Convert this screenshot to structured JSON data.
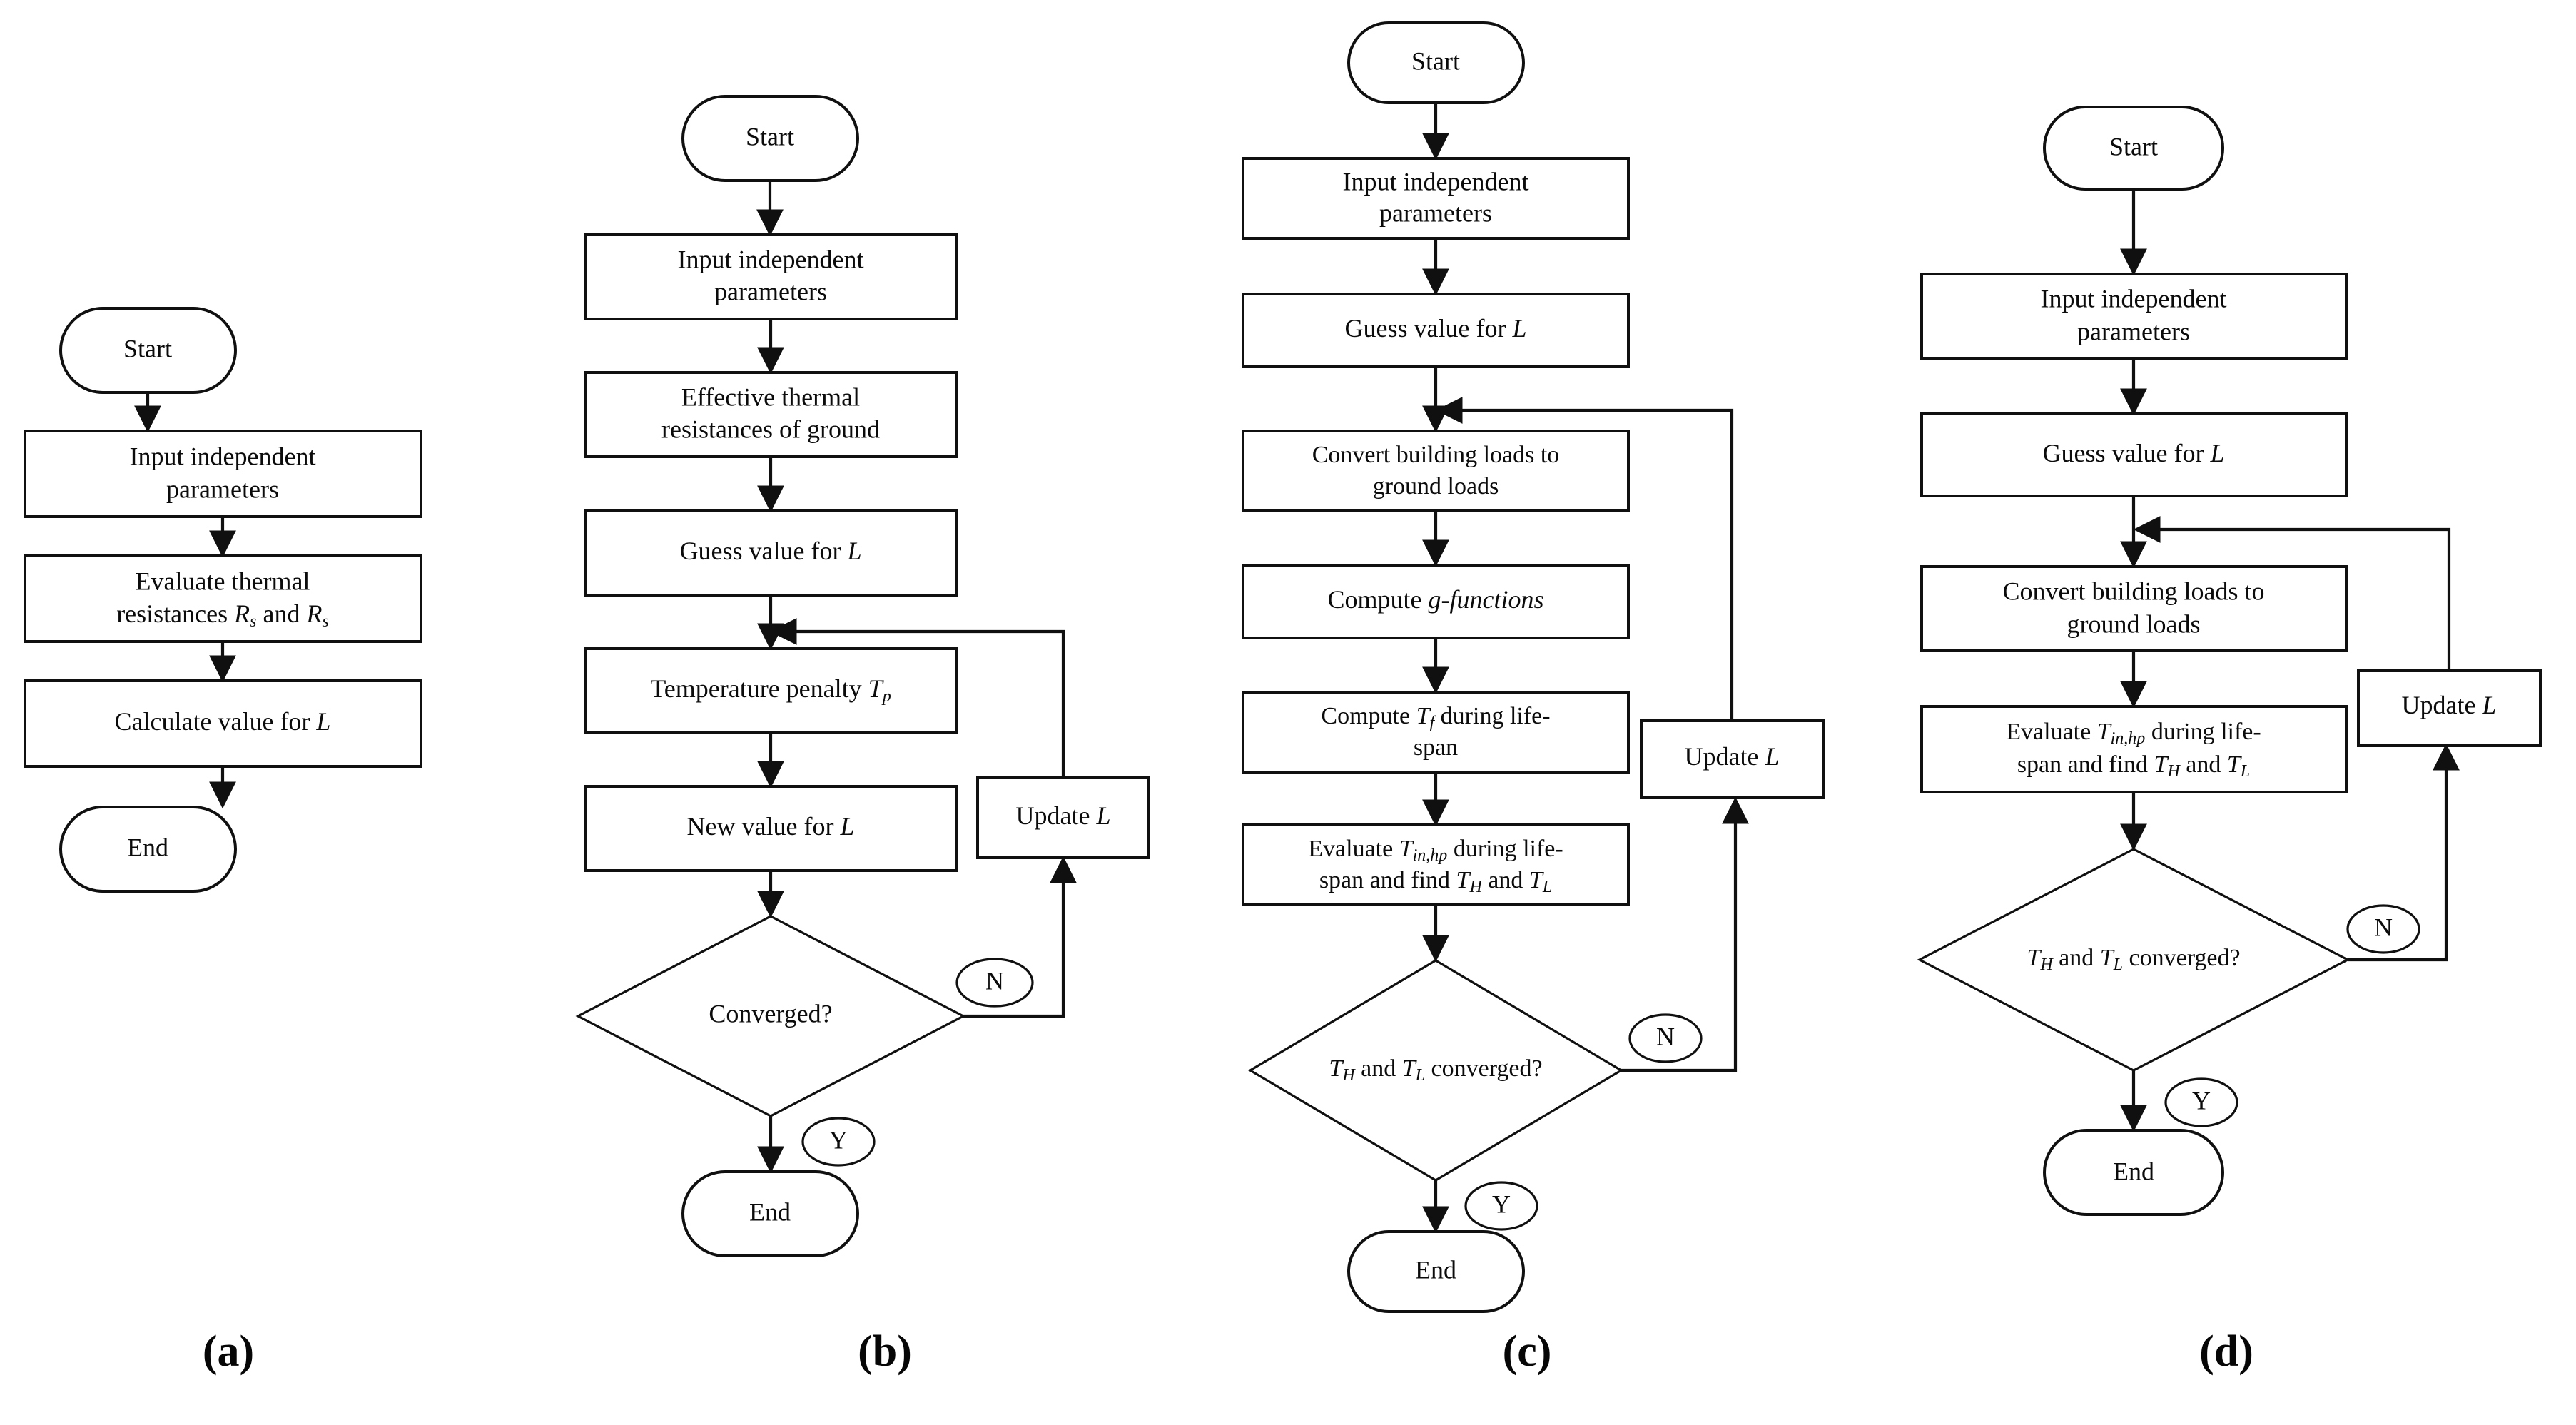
{
  "figure": {
    "type": "flowchart-set",
    "panel_count": 4,
    "background_color": "#ffffff",
    "stroke_color": "#101010",
    "fill_color": "#ffffff"
  },
  "panels": [
    {
      "id": "a",
      "label": "(a)",
      "nodes": [
        {
          "id": "a-start",
          "kind": "terminator",
          "text": "Start"
        },
        {
          "id": "a-input",
          "kind": "process",
          "text": "Input independent parameters"
        },
        {
          "id": "a-eval",
          "kind": "process",
          "text": "Evaluate thermal resistances R_s and R_s",
          "rich": [
            {
              "t": "Evaluate thermal",
              "line": 1
            },
            {
              "t": "resistances ",
              "line": 2
            },
            {
              "t": "R",
              "line": 2,
              "style": "italic"
            },
            {
              "t": "s",
              "line": 2,
              "style": "sub"
            },
            {
              "t": " and ",
              "line": 2
            },
            {
              "t": "R",
              "line": 2,
              "style": "italic"
            },
            {
              "t": "s",
              "line": 2,
              "style": "sub"
            }
          ]
        },
        {
          "id": "a-calc",
          "kind": "process",
          "text": "Calculate value for L"
        },
        {
          "id": "a-end",
          "kind": "terminator",
          "text": "End"
        }
      ],
      "edges": [
        {
          "from": "a-start",
          "to": "a-input",
          "kind": "straight"
        },
        {
          "from": "a-input",
          "to": "a-eval",
          "kind": "straight"
        },
        {
          "from": "a-eval",
          "to": "a-calc",
          "kind": "straight"
        },
        {
          "from": "a-calc",
          "to": "a-end",
          "kind": "straight"
        }
      ]
    },
    {
      "id": "b",
      "label": "(b)",
      "nodes": [
        {
          "id": "b-start",
          "kind": "terminator",
          "text": "Start"
        },
        {
          "id": "b-input",
          "kind": "process",
          "text": "Input independent parameters"
        },
        {
          "id": "b-eff",
          "kind": "process",
          "text": "Effective thermal resistances of ground"
        },
        {
          "id": "b-guess",
          "kind": "process",
          "text": "Guess value for L"
        },
        {
          "id": "b-temp",
          "kind": "process",
          "text": "Temperature penalty T_p"
        },
        {
          "id": "b-new",
          "kind": "process",
          "text": "New value for L"
        },
        {
          "id": "b-dec",
          "kind": "decision",
          "text": "Converged?"
        },
        {
          "id": "b-update",
          "kind": "process",
          "text": "Update L"
        },
        {
          "id": "b-end",
          "kind": "terminator",
          "text": "End"
        }
      ],
      "branch_labels": {
        "no": "N",
        "yes": "Y"
      },
      "edges": [
        {
          "from": "b-start",
          "to": "b-input",
          "kind": "straight"
        },
        {
          "from": "b-input",
          "to": "b-eff",
          "kind": "straight"
        },
        {
          "from": "b-eff",
          "to": "b-guess",
          "kind": "straight"
        },
        {
          "from": "b-guess",
          "to": "b-temp",
          "kind": "straight"
        },
        {
          "from": "b-temp",
          "to": "b-new",
          "kind": "straight"
        },
        {
          "from": "b-new",
          "to": "b-dec",
          "kind": "straight"
        },
        {
          "from": "b-dec",
          "to": "b-update",
          "kind": "loop-no",
          "label": "N"
        },
        {
          "from": "b-update",
          "to": "b-temp",
          "kind": "loop-return"
        },
        {
          "from": "b-dec",
          "to": "b-end",
          "kind": "straight",
          "label": "Y"
        }
      ]
    },
    {
      "id": "c",
      "label": "(c)",
      "nodes": [
        {
          "id": "c-start",
          "kind": "terminator",
          "text": "Start"
        },
        {
          "id": "c-input",
          "kind": "process",
          "text": "Input independent parameters"
        },
        {
          "id": "c-guess",
          "kind": "process",
          "text": "Guess value for L"
        },
        {
          "id": "c-convert",
          "kind": "process",
          "text": "Convert building loads to ground loads"
        },
        {
          "id": "c-gfunc",
          "kind": "process",
          "text": "Compute g-functions"
        },
        {
          "id": "c-tf",
          "kind": "process",
          "text": "Compute T_f during life-span"
        },
        {
          "id": "c-eval",
          "kind": "process",
          "text": "Evaluate T_in,hp during life-span and find T_H and T_L"
        },
        {
          "id": "c-dec",
          "kind": "decision",
          "text": "T_H and T_L converged?"
        },
        {
          "id": "c-update",
          "kind": "process",
          "text": "Update L"
        },
        {
          "id": "c-end",
          "kind": "terminator",
          "text": "End"
        }
      ],
      "branch_labels": {
        "no": "N",
        "yes": "Y"
      },
      "edges": [
        {
          "from": "c-start",
          "to": "c-input",
          "kind": "straight"
        },
        {
          "from": "c-input",
          "to": "c-guess",
          "kind": "straight"
        },
        {
          "from": "c-guess",
          "to": "c-convert",
          "kind": "straight"
        },
        {
          "from": "c-convert",
          "to": "c-gfunc",
          "kind": "straight"
        },
        {
          "from": "c-gfunc",
          "to": "c-tf",
          "kind": "straight"
        },
        {
          "from": "c-tf",
          "to": "c-eval",
          "kind": "straight"
        },
        {
          "from": "c-eval",
          "to": "c-dec",
          "kind": "straight"
        },
        {
          "from": "c-dec",
          "to": "c-update",
          "kind": "loop-no",
          "label": "N"
        },
        {
          "from": "c-update",
          "to": "c-convert",
          "kind": "loop-return"
        },
        {
          "from": "c-dec",
          "to": "c-end",
          "kind": "straight",
          "label": "Y"
        }
      ]
    },
    {
      "id": "d",
      "label": "(d)",
      "nodes": [
        {
          "id": "d-start",
          "kind": "terminator",
          "text": "Start"
        },
        {
          "id": "d-input",
          "kind": "process",
          "text": "Input independent parameters"
        },
        {
          "id": "d-guess",
          "kind": "process",
          "text": "Guess value for L"
        },
        {
          "id": "d-convert",
          "kind": "process",
          "text": "Convert building loads to ground loads"
        },
        {
          "id": "d-eval",
          "kind": "process",
          "text": "Evaluate T_in,hp during life-span and find T_H and T_L"
        },
        {
          "id": "d-dec",
          "kind": "decision",
          "text": "T_H and T_L converged?"
        },
        {
          "id": "d-update",
          "kind": "process",
          "text": "Update L"
        },
        {
          "id": "d-end",
          "kind": "terminator",
          "text": "End"
        }
      ],
      "branch_labels": {
        "no": "N",
        "yes": "Y"
      },
      "edges": [
        {
          "from": "d-start",
          "to": "d-input",
          "kind": "straight"
        },
        {
          "from": "d-input",
          "to": "d-guess",
          "kind": "straight"
        },
        {
          "from": "d-guess",
          "to": "d-convert",
          "kind": "straight"
        },
        {
          "from": "d-convert",
          "to": "d-eval",
          "kind": "straight"
        },
        {
          "from": "d-eval",
          "to": "d-dec",
          "kind": "straight"
        },
        {
          "from": "d-dec",
          "to": "d-update",
          "kind": "loop-no",
          "label": "N"
        },
        {
          "from": "d-update",
          "to": "d-convert",
          "kind": "loop-return"
        },
        {
          "from": "d-dec",
          "to": "d-end",
          "kind": "straight",
          "label": "Y"
        }
      ]
    }
  ],
  "text": {
    "start": "Start",
    "end": "End",
    "input_line1": "Input independent",
    "input_line2": "parameters",
    "eval_res_line1": "Evaluate thermal",
    "eval_res_line2_pre": "resistances ",
    "eval_res_R": "R",
    "eval_res_sub": "s",
    "eval_res_and": " and ",
    "calc_value_pre": "Calculate value for ",
    "L": "L",
    "eff_line1": "Effective thermal",
    "eff_line2": "resistances of ground",
    "guess_pre": "Guess value for ",
    "temp_penalty_pre": "Temperature penalty ",
    "T": "T",
    "sub_p": "p",
    "new_value_pre": "New value for ",
    "converged": "Converged?",
    "update_pre": "Update ",
    "convert_line1": "Convert building loads to",
    "convert_line2": "ground loads",
    "compute_g_pre": "Compute ",
    "g_functions": "g-functions",
    "compute_tf_pre": "Compute ",
    "sub_f": "f",
    "during_lifespan": " during life-",
    "span": "span",
    "evaluate_pre": "Evaluate ",
    "sub_inhp": "in,hp",
    "span_and_find": "span and find ",
    "sub_H": "H",
    "and_word": " and ",
    "sub_L": "L",
    "question": "converged?",
    "branch_N": "N",
    "branch_Y": "Y",
    "label_a": "(a)",
    "label_b": "(b)",
    "label_c": "(c)",
    "label_d": "(d)"
  }
}
